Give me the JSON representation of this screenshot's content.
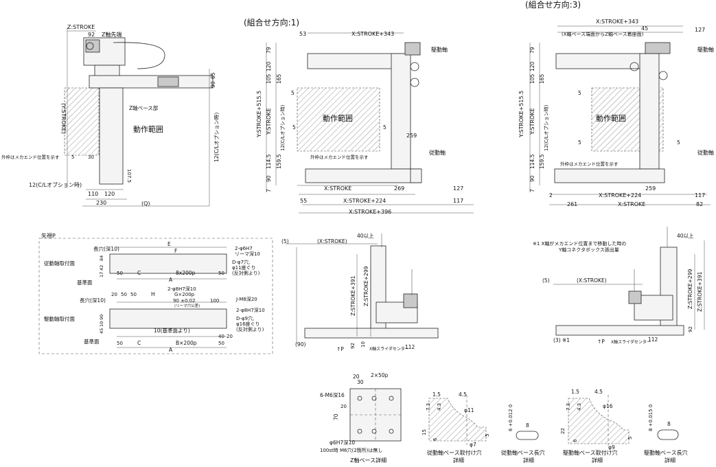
{
  "header": {
    "dir1": "(組合せ方向:1)",
    "dir3": "(組合せ方向:3)"
  },
  "left_view": {
    "labels": [
      "Z:STROKE",
      "92",
      "Z軸先端",
      "Z軸ベース部",
      "動作範囲",
      "(Y:STROKE)",
      "外枠はメカエンド位置を示す",
      "5",
      "30",
      "107.5",
      "12(C/Lオプション時)",
      "110",
      "120",
      "230",
      "(Q)",
      "90",
      "65",
      "12(C/Lオプション時)"
    ]
  },
  "dir1_view": {
    "labels": [
      "53",
      "X:STROKE+343",
      "駆動軸",
      "79",
      "120",
      "105",
      "165",
      "5",
      "Y:STROKE+515.5",
      "Y:STROKE",
      "12(C/Lオプション時)",
      "5",
      "動作範囲",
      "5",
      "259",
      "従動軸",
      "114.5",
      "159.5",
      "外枠はメカエンド位置を示す",
      "90",
      "7",
      "X:STROKE",
      "269",
      "127",
      "55",
      "X:STROKE+224",
      "117",
      "X:STROKE+396"
    ]
  },
  "dir3_view": {
    "labels": [
      "X:STROKE+343",
      "45",
      "127",
      "(X軸ベース端面からZ軸ベース着座面)",
      "駆動軸",
      "79",
      "120",
      "105",
      "165",
      "5",
      "Y:STROKE+515.5",
      "Y:STROKE",
      "12(C/Lオプション時)",
      "5",
      "動作範囲",
      "5",
      "従動軸",
      "114.5",
      "159.5",
      "外枠はメカエンド位置を示す",
      "90",
      "7",
      "259",
      "2",
      "X:STROKE+224",
      "117",
      "261",
      "X:STROKE",
      "82"
    ]
  },
  "arrow_p_view": {
    "title": "矢視P",
    "labels": [
      "長穴(深10)",
      "E",
      "2-φ6H7",
      "リーマ深10",
      "F",
      "従動軸取付面",
      "84",
      "42",
      "17",
      "D-φ7穴,",
      "φ11座ぐり",
      "(反対側より)",
      "基準面",
      "50",
      "C",
      "8x200p",
      "50",
      "A",
      "2-φ8H7深10",
      "G×200p",
      "長穴(深10)",
      "20",
      "50",
      "50",
      "H",
      "90 ±0.02",
      "(リーマ穴公差)",
      "100",
      "J-M8深20",
      "2-φ8H7深10",
      "駆動軸取付面",
      "90",
      "10",
      "45",
      "10(基準面より)",
      "D-φ9穴,",
      "φ16座ぐり",
      "(反対側より)",
      "40",
      "20",
      "基準面",
      "50",
      "C",
      "B×200p",
      "50",
      "A"
    ]
  },
  "side_view1": {
    "labels": [
      "(5)",
      "(X:STROKE)",
      "40以上",
      "Z:STROKE+391",
      "Z:STROKE+299",
      "(90)",
      "92",
      "10",
      "↑P",
      "X軸スライダセンター",
      "112"
    ]
  },
  "side_view3": {
    "labels": [
      "※1 X軸がメカエンド位置まで移動した時の",
      "Y軸コネクタボックス張出量",
      "40以上",
      "(5)",
      "(X:STROKE)",
      "Z:STROKE+299",
      "Z:STROKE+391",
      "92",
      "(3) ※1",
      "↑P",
      "X軸スライダセンター",
      "112"
    ]
  },
  "details": {
    "z_base": {
      "caption": "Z軸ベース詳細",
      "labels": [
        "20",
        "30",
        "2×50p",
        "6-M6深16",
        "20",
        "70",
        "φ6H7深10",
        "100st時 M6穴(2箇所)は無し"
      ]
    },
    "driven_base_hole": {
      "caption": "従動軸ベース取付け穴詳細",
      "labels": [
        "1.5",
        "4.5",
        "7.3",
        "4.3",
        "φ11",
        "15",
        "6",
        "φ7",
        "5"
      ]
    },
    "driven_base_slot": {
      "caption": "従動軸ベース長穴詳細",
      "labels": [
        "6 +0.012 0",
        "8"
      ]
    },
    "drive_base_hole": {
      "caption": "駆動軸ベース取付け穴詳細",
      "labels": [
        "1.5",
        "4.5",
        "7.3",
        "4.3",
        "φ16",
        "22",
        "6",
        "φ9",
        "5"
      ]
    },
    "drive_base_slot": {
      "caption": "駆動軸ベース長穴詳細",
      "labels": [
        "8 +0.015 0",
        "8"
      ]
    }
  }
}
